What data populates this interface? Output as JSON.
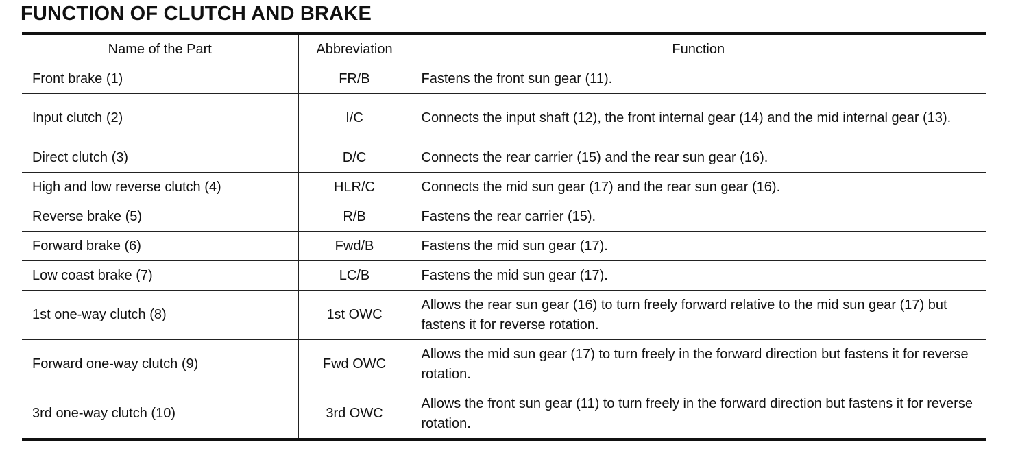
{
  "title": "FUNCTION OF CLUTCH AND BRAKE",
  "table": {
    "headers": [
      "Name of the Part",
      "Abbreviation",
      "Function"
    ],
    "rows": [
      {
        "name": "Front brake (1)",
        "abbreviation": "FR/B",
        "function": "Fastens the front sun gear (11)."
      },
      {
        "name": "Input clutch (2)",
        "abbreviation": "I/C",
        "function": "Connects the input shaft (12), the front internal gear (14) and the mid internal gear (13)."
      },
      {
        "name": "Direct clutch (3)",
        "abbreviation": "D/C",
        "function": "Connects the rear carrier (15) and the rear sun gear (16)."
      },
      {
        "name": "High and low reverse clutch (4)",
        "abbreviation": "HLR/C",
        "function": "Connects the mid sun gear (17) and the rear sun gear (16)."
      },
      {
        "name": "Reverse brake (5)",
        "abbreviation": "R/B",
        "function": "Fastens the rear carrier (15)."
      },
      {
        "name": "Forward brake (6)",
        "abbreviation": "Fwd/B",
        "function": "Fastens the mid sun gear (17)."
      },
      {
        "name": "Low coast brake (7)",
        "abbreviation": "LC/B",
        "function": "Fastens the mid sun gear (17)."
      },
      {
        "name": "1st one-way clutch (8)",
        "abbreviation": "1st OWC",
        "function": "Allows the rear sun gear (16) to turn freely forward relative to the mid sun gear (17) but fastens it for reverse rotation."
      },
      {
        "name": "Forward one-way clutch (9)",
        "abbreviation": "Fwd OWC",
        "function": "Allows the mid sun gear (17) to turn freely in the forward direction but fastens it for reverse rotation."
      },
      {
        "name": "3rd one-way clutch (10)",
        "abbreviation": "3rd OWC",
        "function": "Allows the front sun gear (11) to turn freely in the forward direction but fastens it for reverse rotation."
      }
    ]
  }
}
